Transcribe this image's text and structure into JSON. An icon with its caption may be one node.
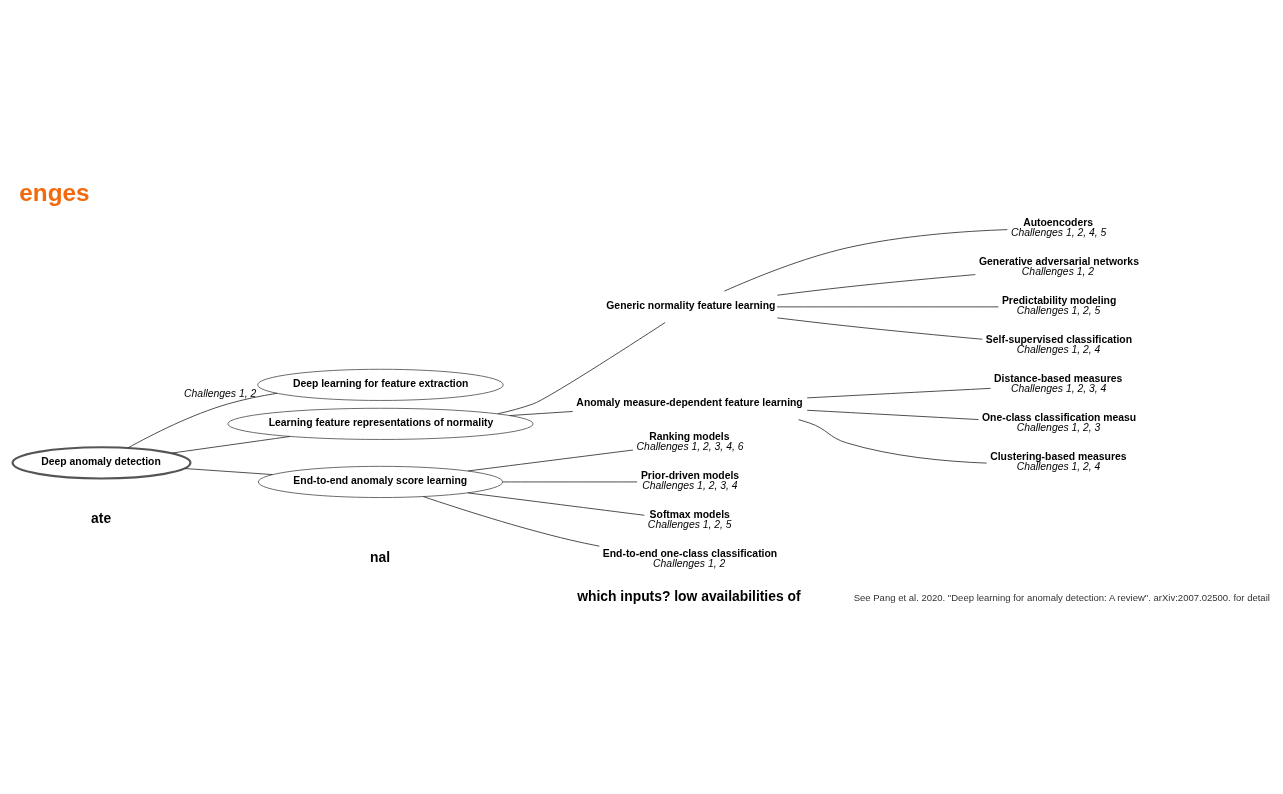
{
  "diagram": {
    "title": "enges",
    "nodes": [
      {
        "text": [
          "Deep anomaly detection"
        ]
      },
      {
        "text": [
          "Deep learning for feature extraction"
        ],
        "beside": [
          "Challenges 1, 2"
        ]
      },
      {
        "text": [
          "Learning feature representations of normality"
        ]
      },
      {
        "text": [
          "End-to-end anomaly score learning"
        ]
      },
      {
        "text": [
          "Generic normality feature learning"
        ]
      },
      {
        "text": [
          "Anomaly measure-dependent feature learning"
        ]
      },
      {
        "text": [
          "Autoencoders"
        ],
        "beside": [
          "Challenges 1, 2, 4, 5"
        ]
      },
      {
        "text": [
          "Generative adversarial networks"
        ],
        "beside": [
          "Challenges 1, 2"
        ]
      },
      {
        "text": [
          "Predictability modeling"
        ],
        "beside": [
          "Challenges 1, 2, 5"
        ]
      },
      {
        "text": [
          "Self-supervised classification"
        ],
        "beside": [
          "Challenges 1, 2, 4"
        ]
      },
      {
        "text": [
          "Distance-based measures"
        ],
        "beside": [
          "Challenges 1, 2, 3, 4"
        ]
      },
      {
        "text": [
          "One-class classification measu"
        ],
        "beside": [
          "Challenges 1, 2, 3"
        ]
      },
      {
        "text": [
          "Clustering-based measures"
        ],
        "beside": [
          "Challenges 1, 2, 4"
        ]
      },
      {
        "text": [
          "Ranking models"
        ],
        "beside": [
          "Challenges 1, 2, 3, 4, 6"
        ]
      },
      {
        "text": [
          "Prior-driven models"
        ],
        "beside": [
          "Challenges 1, 2, 3, 4"
        ]
      },
      {
        "text": [
          "Softmax models"
        ],
        "beside": [
          "Challenges 1, 2, 5"
        ]
      },
      {
        "text": [
          "End-to-end one-class classification"
        ],
        "beside": [
          "Challenges 1, 2"
        ]
      }
    ],
    "edges": [
      {
        "from": 0,
        "to": 1,
        "arrow": "none"
      },
      {
        "from": 0,
        "to": 2,
        "arrow": "none"
      },
      {
        "from": 0,
        "to": 3,
        "arrow": "none"
      },
      {
        "from": 2,
        "to": 4,
        "arrow": "none"
      },
      {
        "from": 2,
        "to": 5,
        "arrow": "none"
      },
      {
        "from": 4,
        "to": 6,
        "arrow": "none"
      },
      {
        "from": 4,
        "to": 7,
        "arrow": "none"
      },
      {
        "from": 4,
        "to": 8,
        "arrow": "none"
      },
      {
        "from": 4,
        "to": 9,
        "arrow": "none"
      },
      {
        "from": 5,
        "to": 10,
        "arrow": "none"
      },
      {
        "from": 5,
        "to": 11,
        "arrow": "none"
      },
      {
        "from": 5,
        "to": 12,
        "arrow": "none"
      },
      {
        "from": 3,
        "to": 13,
        "arrow": "none"
      },
      {
        "from": 3,
        "to": 14,
        "arrow": "none"
      },
      {
        "from": 3,
        "to": 15,
        "arrow": "none"
      },
      {
        "from": 3,
        "to": 16,
        "arrow": "none"
      }
    ],
    "labels": [
      "ate",
      "nal",
      "which inputs? low availabilities of",
      "See Pang et al. 2020. \"Deep learning for anomaly detection: A review\". arXiv:2007.02500. for detail"
    ]
  }
}
